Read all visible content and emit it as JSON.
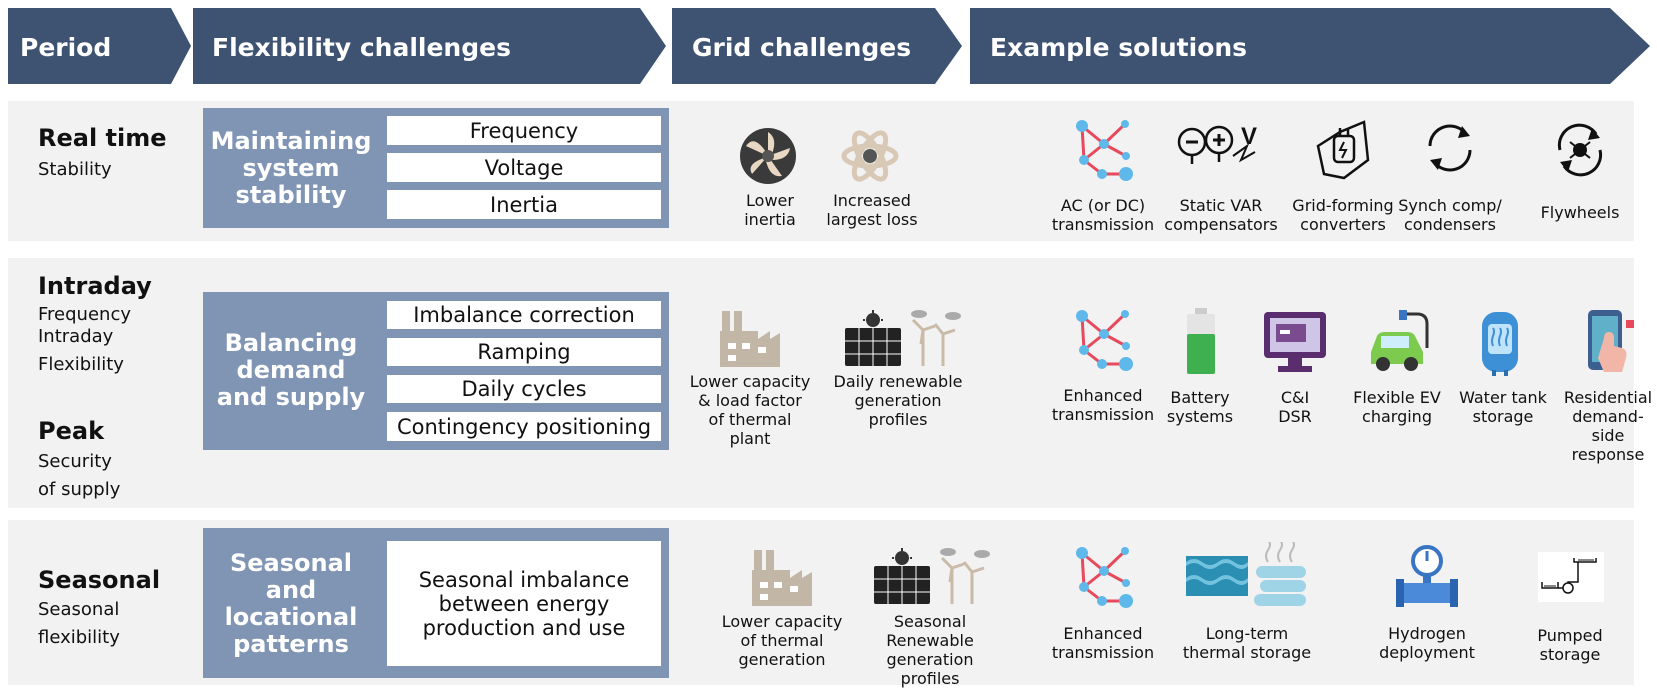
{
  "headers": {
    "period": "Period",
    "flexibility": "Flexibility challenges",
    "grid": "Grid challenges",
    "solutions": "Example solutions"
  },
  "rows": {
    "realtime": {
      "title": "Real time",
      "sub": [
        "Stability"
      ],
      "flex_label": [
        "Maintaining",
        "system",
        "stability"
      ],
      "chips": [
        "Frequency",
        "Voltage",
        "Inertia"
      ],
      "grid": [
        [
          "Lower",
          "inertia"
        ],
        [
          "Increased",
          "largest loss"
        ]
      ],
      "solutions": [
        [
          "AC (or DC)",
          "transmission"
        ],
        [
          "Static VAR",
          "compensators"
        ],
        [
          "Grid-forming",
          "converters"
        ],
        [
          "Synch comp/",
          "condensers"
        ],
        [
          "Flywheels"
        ]
      ]
    },
    "intraday": {
      "title": "Intraday",
      "sub": [
        "Frequency",
        "Intraday",
        "Flexibility"
      ],
      "peak_title": "Peak",
      "peak_sub": [
        "Security",
        "of supply"
      ],
      "flex_label": [
        "Balancing",
        "demand",
        "and supply"
      ],
      "chips": [
        "Imbalance correction",
        "Ramping",
        "Daily cycles",
        "Contingency positioning"
      ],
      "grid": [
        [
          "Lower capacity",
          "& load factor",
          "of thermal",
          "plant"
        ],
        [
          "Daily renewable",
          "generation",
          "profiles"
        ]
      ],
      "solutions": [
        [
          "Enhanced",
          "transmission"
        ],
        [
          "Battery",
          "systems"
        ],
        [
          "C&I",
          "DSR"
        ],
        [
          "Flexible EV",
          "charging"
        ],
        [
          "Water tank",
          "storage"
        ],
        [
          "Residential",
          "demand-",
          "side",
          "response"
        ]
      ]
    },
    "seasonal": {
      "title": "Seasonal",
      "sub": [
        "Seasonal",
        "flexibility"
      ],
      "flex_label": [
        "Seasonal",
        "and",
        "locational",
        "patterns"
      ],
      "chip_text": [
        "Seasonal imbalance",
        "between energy",
        "production and use"
      ],
      "grid": [
        [
          "Lower capacity",
          "of thermal",
          "generation"
        ],
        [
          "Seasonal",
          "Renewable",
          "generation",
          "profiles"
        ]
      ],
      "solutions": [
        [
          "Enhanced",
          "transmission"
        ],
        [
          "Long-term",
          "thermal storage"
        ],
        [
          "Hydrogen",
          "deployment"
        ],
        [
          "Pumped",
          "storage"
        ]
      ]
    }
  },
  "icons": [
    "turbine-icon",
    "atom-icon",
    "network-icon",
    "bulb-compensator-icon",
    "plug-converter-icon",
    "cycle-arrows-icon",
    "flywheel-icon",
    "factory-icon",
    "solar-wind-icon",
    "battery-icon",
    "monitor-icon",
    "ev-car-icon",
    "water-tank-icon",
    "phone-touch-icon",
    "thermal-storage-icon",
    "hydrogen-pipe-icon",
    "pumped-storage-icon"
  ],
  "colors": {
    "header": "#3e5272",
    "flex_box": "#8094b4",
    "row_bg": "#f2f2f2"
  }
}
